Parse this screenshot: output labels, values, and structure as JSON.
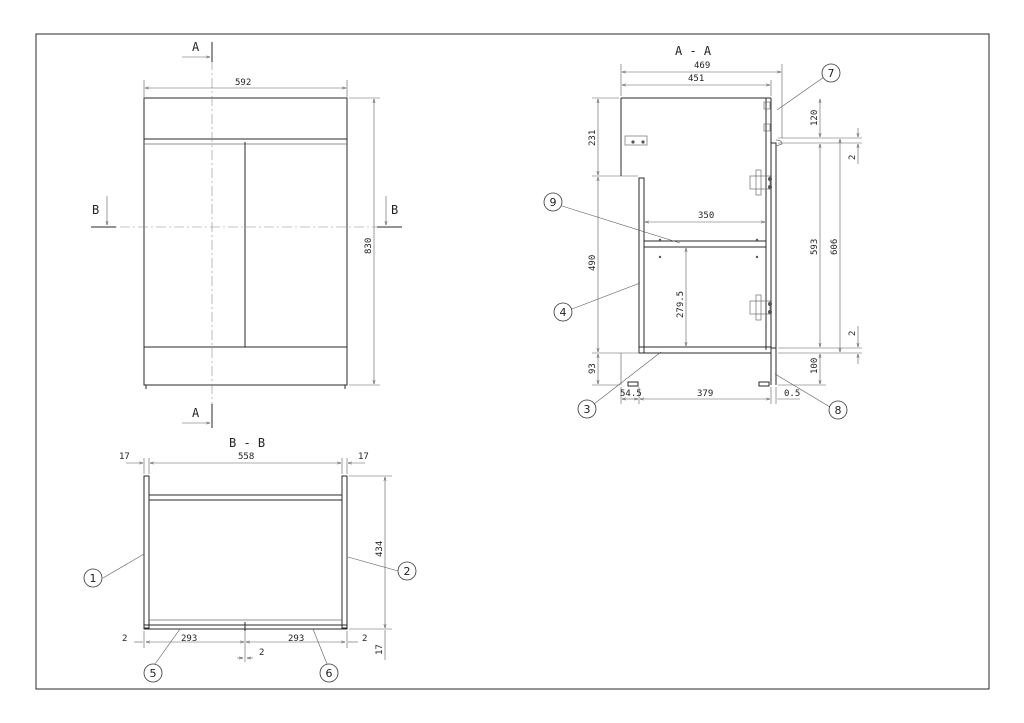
{
  "views": {
    "front": {
      "section_a_label": "A",
      "section_b_label": "B",
      "width_dim": "592",
      "height_dim": "830"
    },
    "section_bb": {
      "title": "B - B",
      "side_left": "17",
      "inner_width": "558",
      "side_right": "17",
      "depth": "434",
      "gap_left": "2",
      "door_left": "293",
      "door_right": "293",
      "gap_right": "2",
      "center_gap": "2",
      "bottom_thk": "17"
    },
    "section_aa": {
      "title": "A - A",
      "overall_depth": "469",
      "body_depth": "451",
      "top_zone": "231",
      "drawer_zone": "490",
      "plinth_left": "93",
      "front_top": "120",
      "gap_top": "2",
      "door_height_inner": "593",
      "door_height_outer": "606",
      "gap_bottom": "2",
      "plinth_right": "100",
      "shelf_depth": "350",
      "shelf_height": "279.5",
      "foot_setback": "54.5",
      "base_depth": "379",
      "front_offset": "0.5"
    }
  },
  "callouts": [
    {
      "num": "1"
    },
    {
      "num": "2"
    },
    {
      "num": "3"
    },
    {
      "num": "4"
    },
    {
      "num": "5"
    },
    {
      "num": "6"
    },
    {
      "num": "7"
    },
    {
      "num": "8"
    },
    {
      "num": "9"
    }
  ]
}
